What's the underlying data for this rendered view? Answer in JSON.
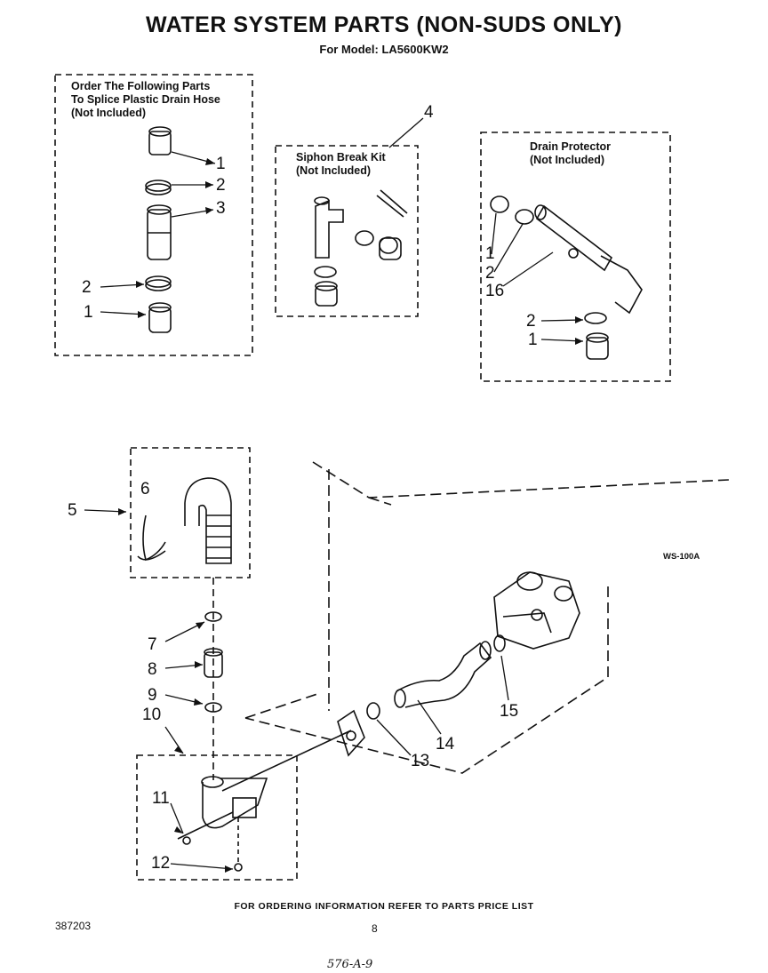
{
  "title": "WATER SYSTEM PARTS (NON-SUDS ONLY)",
  "subtitle": "For Model: LA5600KW2",
  "boxes": {
    "splice": [
      "Order The Following Parts",
      "To Splice Plastic Drain Hose",
      "(Not Included)"
    ],
    "siphon": [
      "Siphon Break Kit",
      "(Not Included)"
    ],
    "drain": [
      "Drain Protector",
      "(Not Included)"
    ]
  },
  "callouts": [
    "1",
    "2",
    "3",
    "2",
    "1",
    "4",
    "1",
    "2",
    "16",
    "2",
    "1",
    "5",
    "6",
    "7",
    "8",
    "9",
    "10",
    "11",
    "12",
    "13",
    "14",
    "15"
  ],
  "drawing_code": "WS-100A",
  "footer": "FOR ORDERING INFORMATION REFER TO PARTS PRICE LIST",
  "doc_number": "387203",
  "page_number": "8",
  "handwritten": "576-A-9"
}
